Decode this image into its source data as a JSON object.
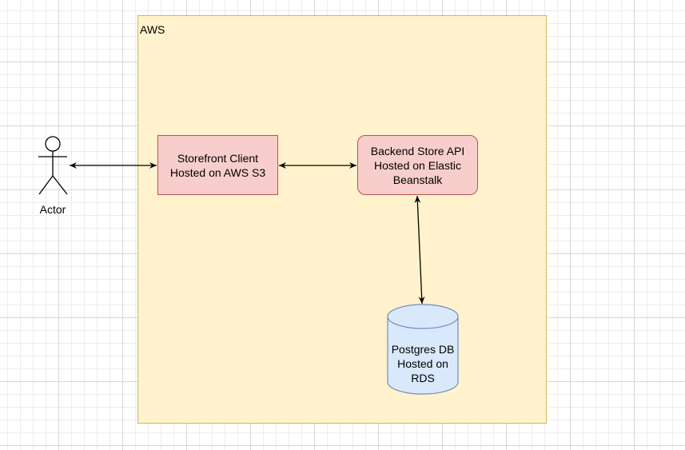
{
  "container": {
    "label": "AWS"
  },
  "actor": {
    "label": "Actor"
  },
  "nodes": {
    "storefront": "Storefront Client\nHosted on AWS S3",
    "backend": "Backend Store API\nHosted on Elastic\nBeanstalk",
    "database": "Postgres DB\nHosted on\nRDS"
  },
  "colors": {
    "container_fill": "#fff2cc",
    "container_stroke": "#d6b656",
    "node_fill": "#f8cecc",
    "node_stroke": "#b85450",
    "db_fill": "#dae8fc",
    "db_stroke": "#6c8ebf"
  },
  "edges": [
    {
      "from": "actor",
      "to": "storefront",
      "direction": "both"
    },
    {
      "from": "storefront",
      "to": "backend",
      "direction": "both"
    },
    {
      "from": "backend",
      "to": "database",
      "direction": "both"
    }
  ]
}
